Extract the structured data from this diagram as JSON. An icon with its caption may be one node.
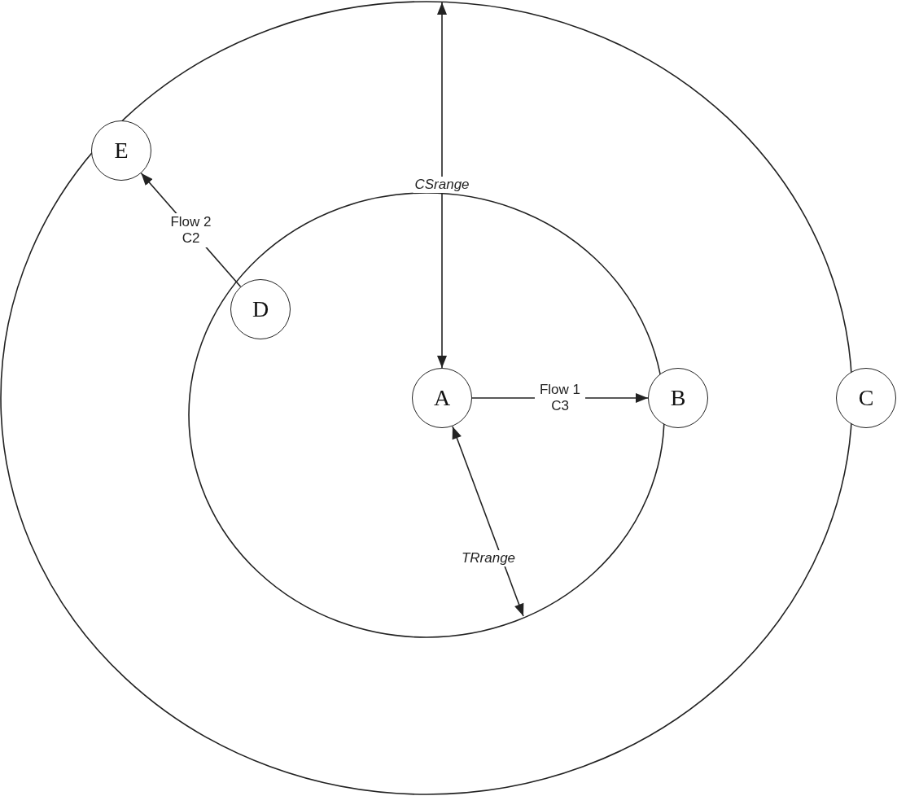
{
  "diagram": {
    "nodes": [
      {
        "text": [
          "E"
        ]
      },
      {
        "text": [
          "D"
        ]
      },
      {
        "text": [
          "A"
        ]
      },
      {
        "text": [
          "B"
        ]
      },
      {
        "text": [
          "C"
        ]
      }
    ],
    "edges": [
      {
        "from": 1,
        "to": 0,
        "arrow": "to",
        "label": "Flow 2 C2"
      },
      {
        "from": 2,
        "to": 3,
        "arrow": "to",
        "label": "Flow 1 C3"
      }
    ],
    "labels": [
      "CSrange",
      "TRrange"
    ]
  }
}
